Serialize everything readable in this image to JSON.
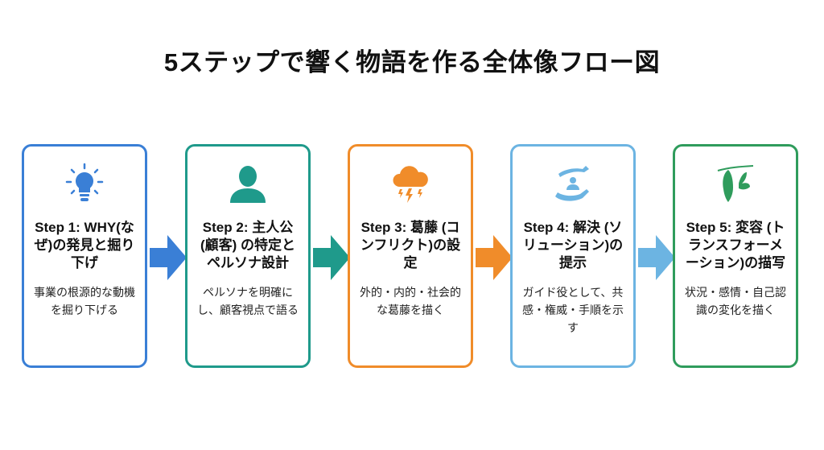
{
  "title": "5ステップで響く物語を作る全体像フロー図",
  "steps": [
    {
      "heading": "Step 1: WHY(なぜ)の発見と掘り下げ",
      "description": "事業の根源的な動機を掘り下げる",
      "icon": "lightbulb-icon",
      "color": "#3a7fd6"
    },
    {
      "heading": "Step 2: 主人公 (顧客) の特定とペルソナ設計",
      "description": "ペルソナを明確にし、顧客視点で語る",
      "icon": "person-icon",
      "color": "#1f9a8b"
    },
    {
      "heading": "Step 3: 葛藤 (コンフリクト)の設定",
      "description": "外的・内的・社会的な葛藤を描く",
      "icon": "storm-cloud-icon",
      "color": "#f08c2a"
    },
    {
      "heading": "Step 4: 解決 (ソリューション)の提示",
      "description": "ガイド役として、共感・権威・手順を示す",
      "icon": "caring-hands-icon",
      "color": "#6cb4e2"
    },
    {
      "heading": "Step 5: 変容 (トランスフォーメーション)の描写",
      "description": "状況・感情・自己認識の変化を描く",
      "icon": "chrysalis-butterfly-icon",
      "color": "#2f9c5c"
    }
  ]
}
